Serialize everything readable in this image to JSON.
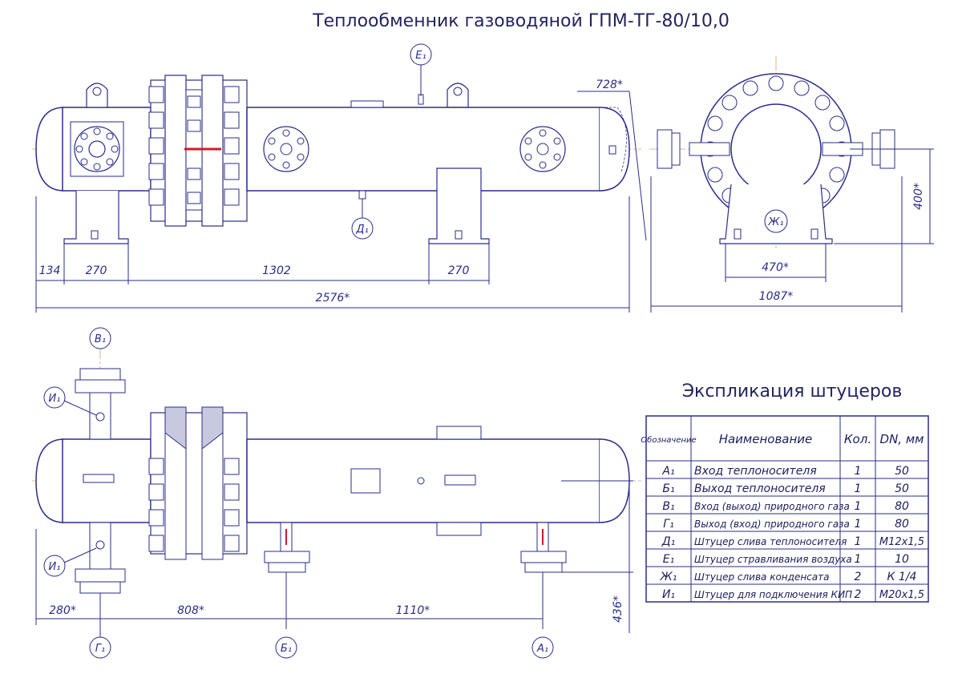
{
  "title": "Теплообменник газоводяной ГПМ-ТГ-80/10,0",
  "table_title": "Экспликация штуцеров",
  "dims": {
    "d134": "134",
    "d270a": "270",
    "d1302": "1302",
    "d270b": "270",
    "d2576": "2576*",
    "d728": "728*",
    "d400": "400*",
    "d470": "470*",
    "d1087": "1087*",
    "d280": "280*",
    "d808": "808*",
    "d1110": "1110*",
    "d436": "436*"
  },
  "markers": {
    "E1": "Е₁",
    "D1": "Д₁",
    "ZH1": "Ж₁",
    "V1": "В₁",
    "I1a": "И₁",
    "I1b": "И₁",
    "G1": "Г₁",
    "B1": "Б₁",
    "A1": "А₁"
  },
  "table": {
    "headers": [
      "Обозначение",
      "Наименование",
      "Кол.",
      "DN, мм"
    ],
    "rows": [
      [
        "А₁",
        "Вход теплоносителя",
        "1",
        "50"
      ],
      [
        "Б₁",
        "Выход теплоносителя",
        "1",
        "50"
      ],
      [
        "В₁",
        "Вход (выход) природного газа",
        "1",
        "80"
      ],
      [
        "Г₁",
        "Выход (вход) природного газа",
        "1",
        "80"
      ],
      [
        "Д₁",
        "Штуцер слива теплоносителя",
        "1",
        "M12x1,5"
      ],
      [
        "Е₁",
        "Штуцер стравливания воздуха",
        "1",
        "10"
      ],
      [
        "Ж₁",
        "Штуцер слива конденсата",
        "2",
        "К 1/4"
      ],
      [
        "И₁",
        "Штуцер для подключения КИП",
        "2",
        "M20x1,5"
      ]
    ]
  },
  "colors": {
    "line": "#2a2d8a",
    "axis": "#e59a6a",
    "accent": "#d11a2a"
  }
}
